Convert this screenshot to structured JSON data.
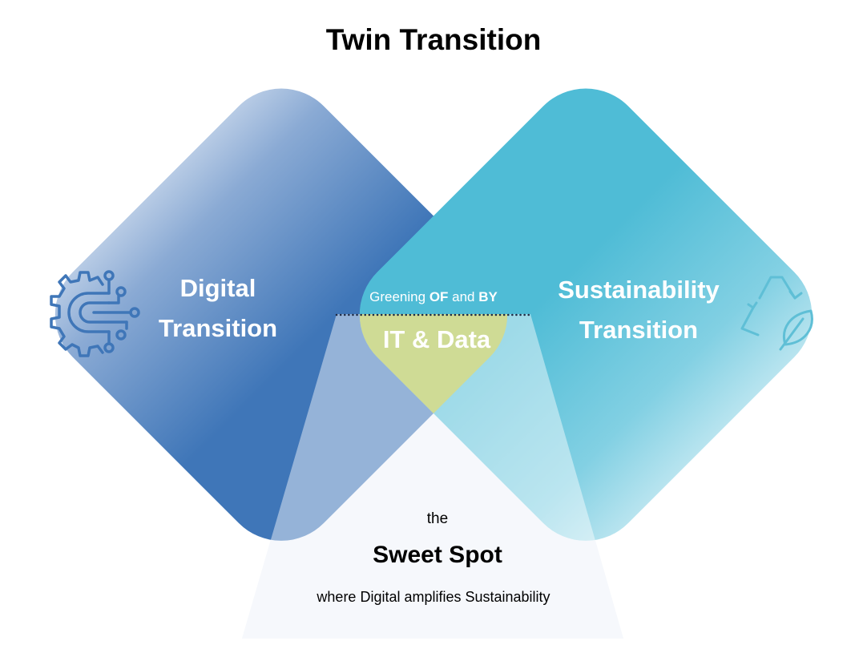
{
  "title": "Twin Transition",
  "left": {
    "line1": "Digital",
    "line2": "Transition",
    "icon": "gear-circuit-icon"
  },
  "right": {
    "line1": "Sustainability",
    "line2": "Transition",
    "icon": "recycle-leaf-icon"
  },
  "center": {
    "greening_prefix": "Greening ",
    "greening_of": "OF",
    "greening_and": " and ",
    "greening_by": "BY",
    "main": "IT & Data"
  },
  "sweet_spot": {
    "the": "the",
    "title": "Sweet Spot",
    "subtitle": "where Digital amplifies Sustainability"
  },
  "colors": {
    "digital": "#3f76b8",
    "sustainability": "#4fbcd6",
    "green_top": "#a8bd3e",
    "green_bottom": "#c8d59a",
    "cone": "#eef3f9"
  }
}
